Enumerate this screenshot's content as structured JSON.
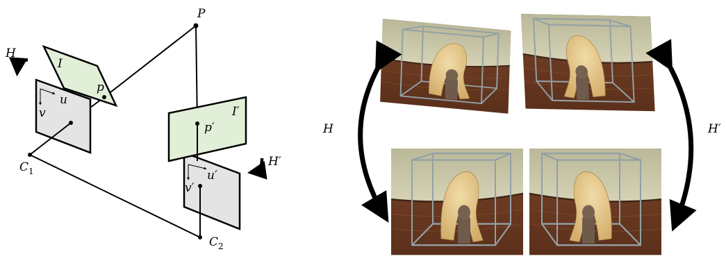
{
  "colors": {
    "image_plane_fill": "#e2efd8",
    "sensor_plane_fill": "#e4e4e4",
    "stroke": "#000000",
    "wall": "#c9c9a9",
    "floor": "#6b3b22",
    "frame": "#8d9aa0",
    "object_light": "#e7c88b",
    "object_dark": "#6c5a4b"
  },
  "left_diagram": {
    "labels": {
      "H": "H",
      "I": "I",
      "p": "p",
      "u": "u",
      "v": "v",
      "C": "C",
      "C_sub": "1",
      "P": "P",
      "p_prime": "p′",
      "I_prime": "I′",
      "H_prime": "H′",
      "u_prime": "u′",
      "v_prime": "v′",
      "C2": "C",
      "C2_sub": "2"
    }
  },
  "right_diagram": {
    "labels": {
      "H": "H",
      "H_prime": "H′"
    },
    "photos": [
      "top-left-warped-view",
      "top-right-warped-view",
      "bottom-left-rectified-view",
      "bottom-right-rectified-view"
    ]
  }
}
